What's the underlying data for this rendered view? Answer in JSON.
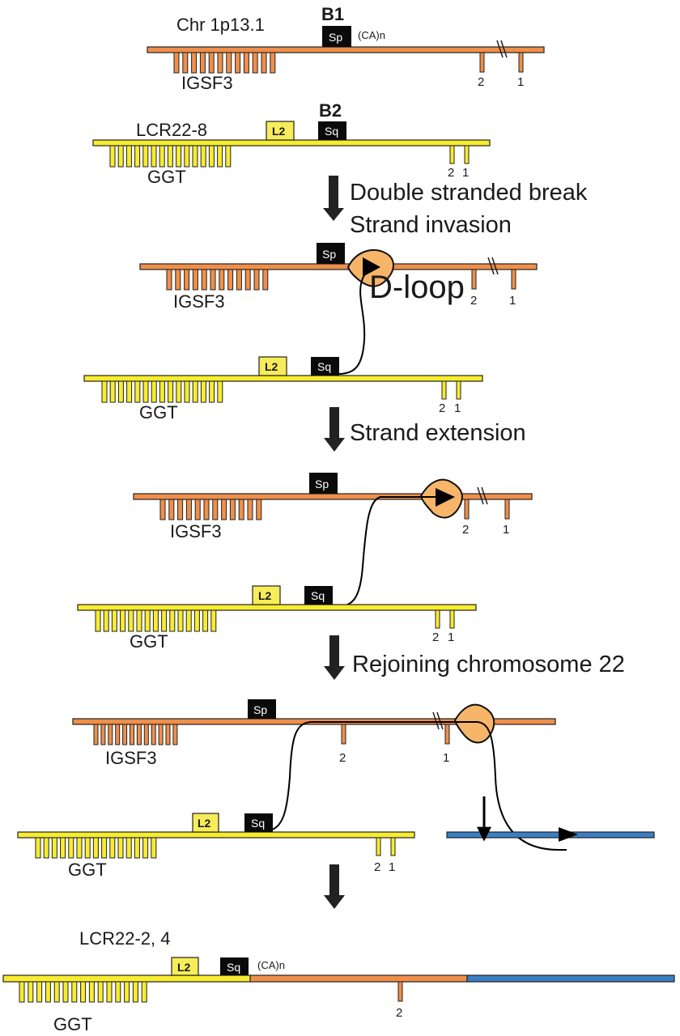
{
  "colors": {
    "chr1": "#ef8f4a",
    "chr22": "#f7ec2e",
    "other": "#3a7fc4",
    "dloop": "#f7b56a",
    "box_dark": "#0a0a0a",
    "box_light": "#f7ec5a",
    "outline": "#222222"
  },
  "labels": {
    "chr1_locus": "Chr 1p13.1",
    "b1": "B1",
    "b2": "B2",
    "lcr22_8": "LCR22-8",
    "lcr22_24": "LCR22-2, 4",
    "igsf3": "IGSF3",
    "ggt": "GGT",
    "sp": "Sp",
    "sq": "Sq",
    "l2": "L2",
    "ca_repeat": "(CA)n",
    "exon_2": "2",
    "exon_1": "1",
    "dloop": "D-loop"
  },
  "steps": [
    {
      "lines": [
        "Double stranded break",
        "Strand invasion"
      ]
    },
    {
      "lines": [
        "Strand extension"
      ]
    },
    {
      "lines": [
        "Rejoining chromosome 22"
      ]
    },
    {
      "lines": []
    }
  ]
}
